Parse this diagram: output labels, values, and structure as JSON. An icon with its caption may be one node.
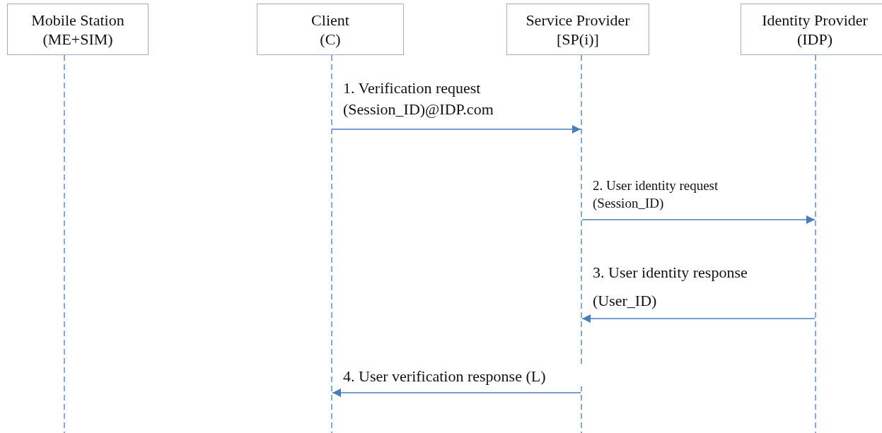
{
  "diagram": {
    "nodes": [
      {
        "text": [
          "Mobile Station (ME+SIM)"
        ]
      },
      {
        "text": [
          "Client (C)"
        ]
      },
      {
        "text": [
          "Service Provider [SP(i)]"
        ]
      },
      {
        "text": [
          "Identity Provider (IDP)"
        ]
      }
    ],
    "edges": [
      {
        "from": 1,
        "to": 2,
        "arrow": "to",
        "label": "1. Verification request (Session_ID)@IDP.com"
      },
      {
        "from": 2,
        "to": 3,
        "arrow": "to",
        "label": "2. User identity request (Session_ID)"
      },
      {
        "from": 3,
        "to": 2,
        "arrow": "to",
        "label": "3. User identity response (User_ID)"
      },
      {
        "from": 2,
        "to": 1,
        "arrow": "to",
        "label": "4. User verification response (L)"
      }
    ]
  }
}
